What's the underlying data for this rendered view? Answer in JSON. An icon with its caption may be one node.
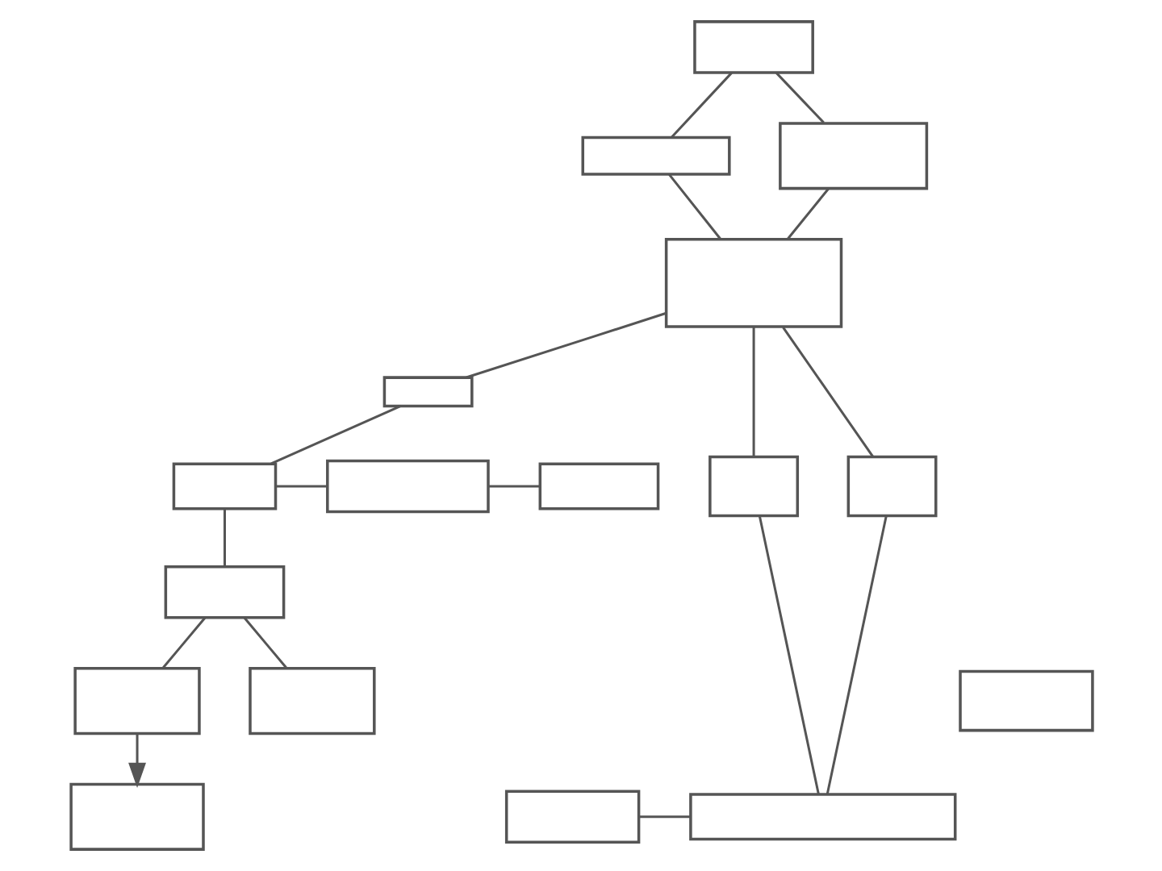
{
  "diagram": {
    "nodes": [
      {
        "text": [],
        "shape": "box"
      },
      {
        "text": [],
        "shape": "box"
      },
      {
        "text": [],
        "shape": "box"
      },
      {
        "text": [],
        "shape": "box"
      },
      {
        "text": [],
        "shape": "box"
      },
      {
        "text": [],
        "shape": "box"
      },
      {
        "text": [],
        "shape": "box"
      },
      {
        "text": [],
        "shape": "box"
      },
      {
        "text": [],
        "shape": "box"
      },
      {
        "text": [],
        "shape": "box"
      },
      {
        "text": [],
        "shape": "box"
      },
      {
        "text": [],
        "shape": "box"
      },
      {
        "text": [],
        "shape": "box"
      },
      {
        "text": [],
        "shape": "box"
      },
      {
        "text": [],
        "shape": "box"
      },
      {
        "text": [],
        "shape": "box"
      },
      {
        "text": [],
        "shape": "box"
      }
    ],
    "edges": [
      {
        "from": 0,
        "to": 1,
        "arrow": "none"
      },
      {
        "from": 0,
        "to": 2,
        "arrow": "none"
      },
      {
        "from": 1,
        "to": 3,
        "arrow": "none"
      },
      {
        "from": 2,
        "to": 3,
        "arrow": "none"
      },
      {
        "from": 3,
        "to": 4,
        "arrow": "none"
      },
      {
        "from": 3,
        "to": 8,
        "arrow": "none"
      },
      {
        "from": 3,
        "to": 9,
        "arrow": "none"
      },
      {
        "from": 4,
        "to": 5,
        "arrow": "none"
      },
      {
        "from": 5,
        "to": 6,
        "arrow": "none"
      },
      {
        "from": 6,
        "to": 7,
        "arrow": "none"
      },
      {
        "from": 5,
        "to": 10,
        "arrow": "none"
      },
      {
        "from": 10,
        "to": 11,
        "arrow": "none"
      },
      {
        "from": 10,
        "to": 12,
        "arrow": "none"
      },
      {
        "from": 11,
        "to": 14,
        "arrow": "to"
      },
      {
        "from": 8,
        "to": 16,
        "arrow": "none"
      },
      {
        "from": 9,
        "to": 16,
        "arrow": "none"
      },
      {
        "from": 15,
        "to": 16,
        "arrow": "none"
      }
    ]
  }
}
